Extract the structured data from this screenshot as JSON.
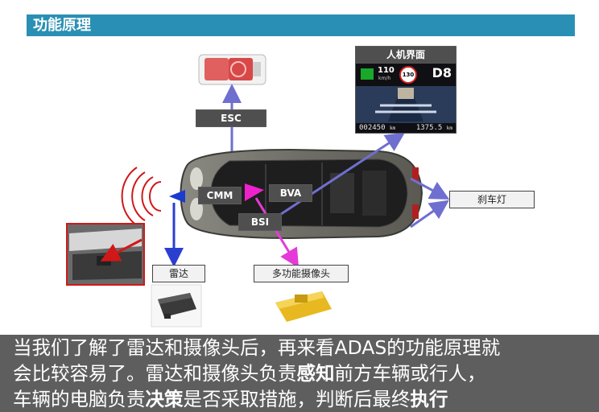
{
  "header": {
    "title": "功能原理"
  },
  "labels": {
    "esc": "ESC",
    "hmi": "人机界面",
    "cmm": "CMM",
    "bva": "BVA",
    "bsi": "BSI",
    "brake_light": "刹车灯",
    "radar": "雷达",
    "camera": "多功能摄像头"
  },
  "hmi": {
    "speed": "110",
    "speed_unit": "km/h",
    "speed_limit": "130",
    "gear": "D8",
    "odometer": "002450",
    "odometer_unit": "km",
    "trip": "1375.5",
    "trip_unit": "km"
  },
  "caption": {
    "line1": "当我们了解了雷达和摄像头后，再来看ADAS的功能原理就",
    "line2_a": "会比较容易了。雷达和摄像头负责",
    "line2_bold": "感知",
    "line2_b": "前方车辆或行人，",
    "line3_a": "车辆的电脑负责",
    "line3_bold1": "决策",
    "line3_b": "是否采取措施，判断后最终",
    "line3_bold2": "执行"
  },
  "colors": {
    "header_bg": "#2a8fb4",
    "arrow_blue": "#6f6fd0",
    "arrow_magenta": "#e53ad8",
    "radar_red": "#d01818",
    "camera_yellow": "#e8b820"
  }
}
